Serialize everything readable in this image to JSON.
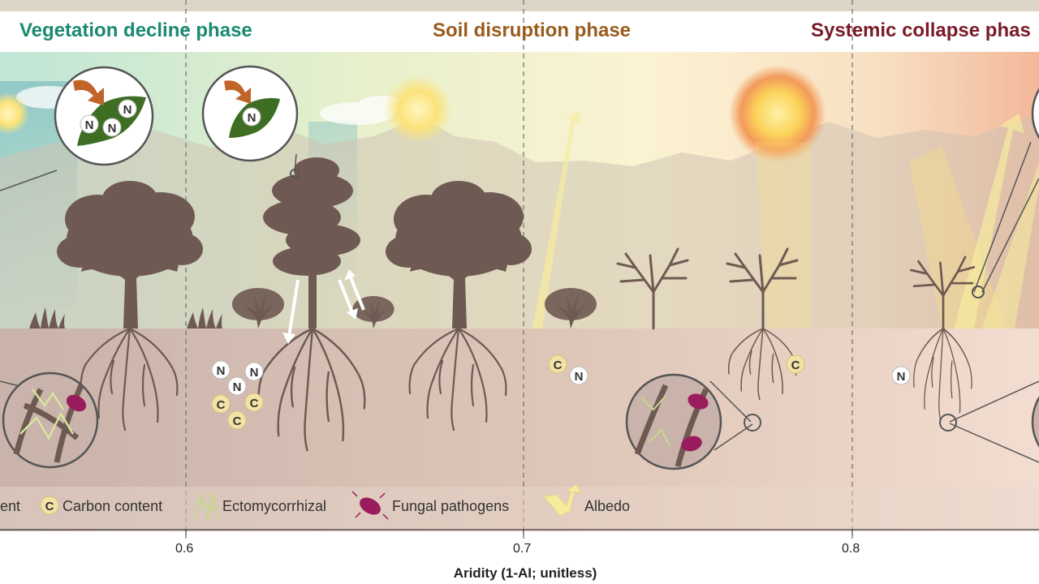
{
  "colors": {
    "vegetation": "#1a8a72",
    "soil": "#9a5c1c",
    "collapse": "#7a1a28",
    "tree": "#6e5a52",
    "soil_bg": "#d8c3b8",
    "nitrogen_bg": "#ffffff",
    "carbon_bg": "#f4e3a6",
    "leaf": "#3d6e24",
    "arrow": "#c06428",
    "pathogen": "#9a1c5e",
    "mycorrhizal": "#d6e6a0",
    "albedo": "#f6ec9e"
  },
  "phases": {
    "vegetation": "Vegetation decline phase",
    "soil": "Soil disruption phase",
    "collapse": "Systemic collapse phas"
  },
  "nutrients": {
    "nitrogen_symbol": "N",
    "carbon_symbol": "C"
  },
  "legend": {
    "nitrogen_partial": "ent",
    "carbon": "Carbon content",
    "ectomycorrhizal": "Ectomycorrhizal",
    "pathogens": "Fungal pathogens",
    "albedo": "Albedo"
  },
  "axis": {
    "title": "Aridity (1-AI; unitless)",
    "ticks": [
      "0.6",
      "0.7",
      "0.8"
    ]
  }
}
